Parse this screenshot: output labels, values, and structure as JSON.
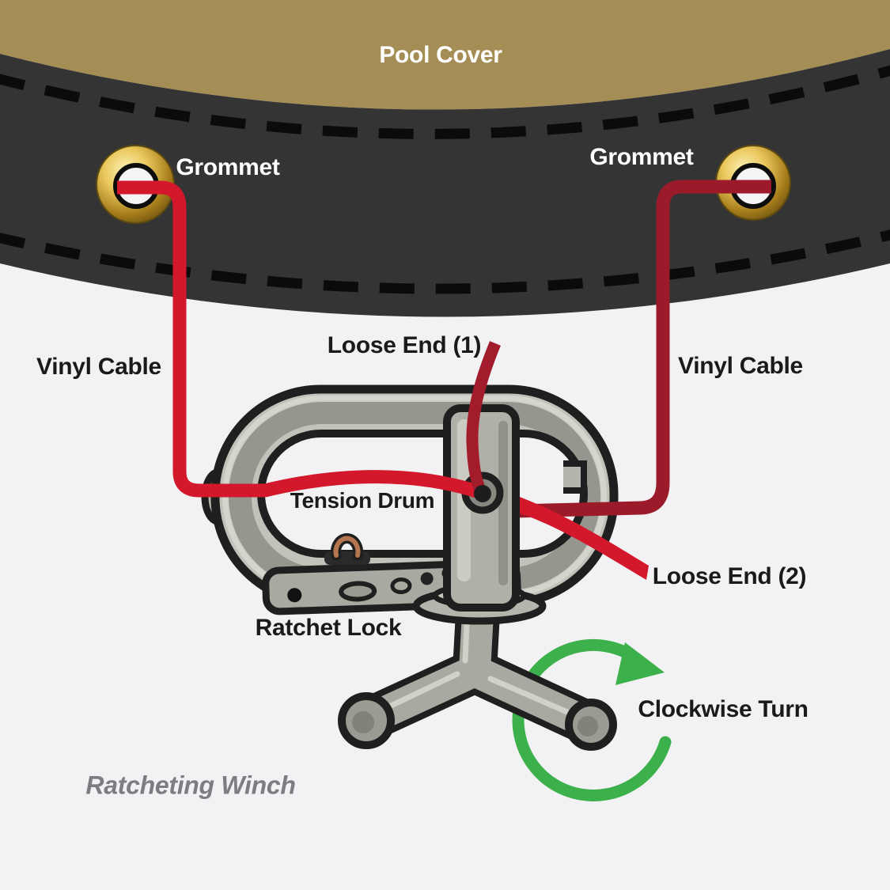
{
  "figure_type": "instructional-diagram",
  "subject": "Pool cover ratcheting winch cable routing",
  "labels": {
    "pool_cover": "Pool Cover",
    "grommet_left": "Grommet",
    "grommet_right": "Grommet",
    "vinyl_cable_left": "Vinyl Cable",
    "vinyl_cable_right": "Vinyl Cable",
    "loose_end_1": "Loose End (1)",
    "tension_drum": "Tension Drum",
    "loose_end_2": "Loose End (2)",
    "ratchet_lock": "Ratchet Lock",
    "clockwise_turn": "Clockwise Turn",
    "ratcheting_winch": "Ratcheting Winch"
  },
  "icons": {
    "clockwise_arrow": "circular-clockwise-arrow"
  },
  "colors": {
    "background": "#f2f2f4",
    "pool_cover_tan": "#a58e55",
    "cover_edge_dark": "#343434",
    "stitch_dash_black": "#0b0b0b",
    "grommet_gold": "#c9a227",
    "cable_bright_red": "#d4182b",
    "cable_dark_red": "#9c1b2b",
    "winch_gray": "#b5b5ad",
    "winch_outline": "#1f1f1f",
    "hook_copper": "#b5764f",
    "arrow_green": "#3cb04a",
    "label_black": "#1a1a1a",
    "label_white": "#ffffff",
    "caption_gray": "#7d7d81"
  }
}
